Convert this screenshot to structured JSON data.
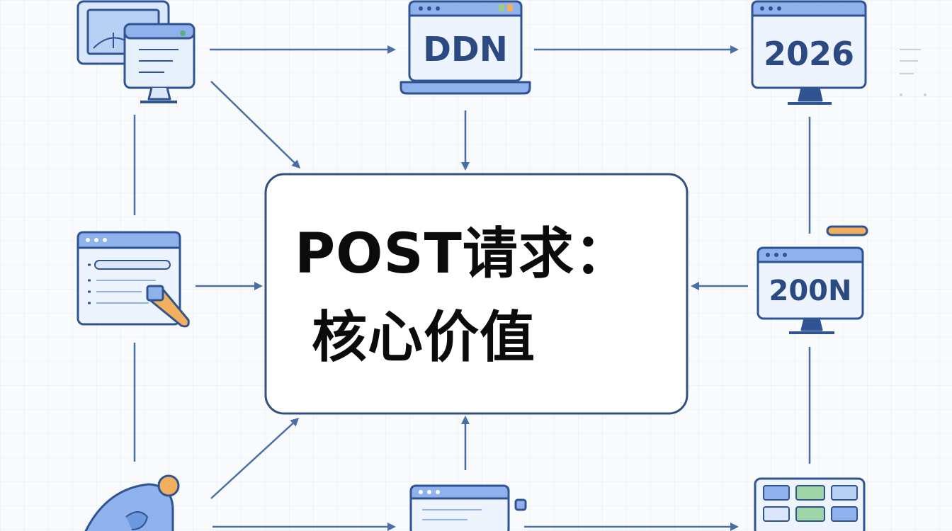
{
  "diagram": {
    "center_title_line1": "POST请求：",
    "center_title_line2": "核心价值",
    "top_middle_screen_text": "DDN",
    "top_right_screen_text": "2026",
    "right_middle_screen_text": "200N"
  },
  "colors": {
    "stroke": "#2f5491",
    "arrow": "#4a6fa5",
    "window_bar": "#8fb1ec",
    "screen_fill": "#eef4fd",
    "accent_orange": "#f2b05e",
    "center_border": "#33507f"
  }
}
